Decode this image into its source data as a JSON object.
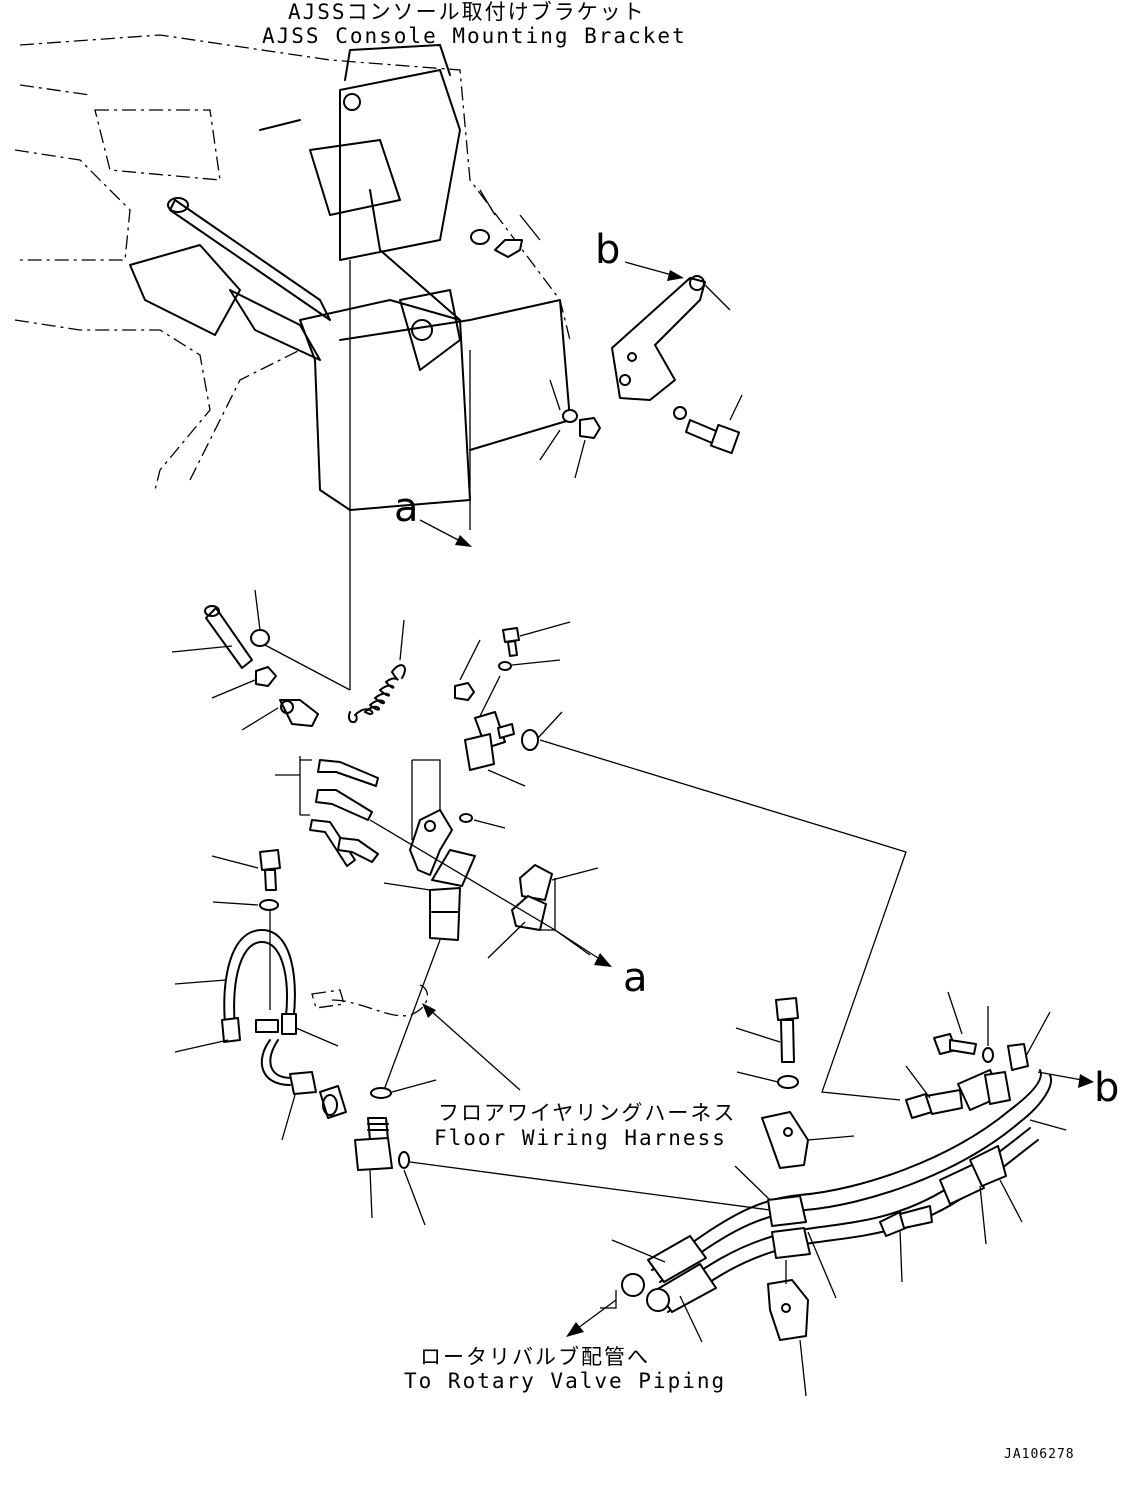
{
  "labels": {
    "console_bracket_jp": "AJSSコンソール取付けブラケット",
    "console_bracket_en": "AJSS Console Mounting Bracket",
    "floor_harness_jp": "フロアワイヤリングハーネス",
    "floor_harness_en": "Floor Wiring Harness",
    "rotary_valve_jp": "ロータリバルブ配管へ",
    "rotary_valve_en": "To Rotary Valve Piping",
    "ref_a": "a",
    "ref_b": "b",
    "drawing_id": "JA106278"
  }
}
